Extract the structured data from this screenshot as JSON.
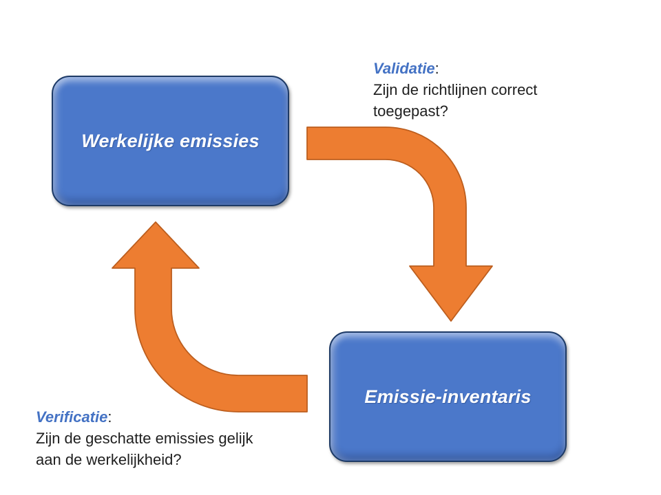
{
  "colors": {
    "background": "#ffffff",
    "node_fill": "#4b78ca",
    "node_border": "#1d3a66",
    "node_text": "#ffffff",
    "arrow_fill": "#ed7d31",
    "arrow_border": "#bc5e1e",
    "accent_text": "#4472c4",
    "body_text": "#1f1f1f"
  },
  "nodes": [
    {
      "label": "Werkelijke emissies"
    },
    {
      "label": "Emissie-inventaris"
    }
  ],
  "annotations": [
    {
      "term": "Validatie",
      "separator": ":",
      "lines": [
        "Zijn de richtlijnen correct",
        "toegepast?"
      ]
    },
    {
      "term": "Verificatie",
      "separator": ":",
      "lines": [
        "Zijn de geschatte emissies gelijk",
        "aan de werkelijkheid?"
      ]
    }
  ],
  "arrows": [
    {
      "name": "curved-arrow-down",
      "from": "Werkelijke emissies",
      "to": "Emissie-inventaris"
    },
    {
      "name": "curved-arrow-up",
      "from": "Emissie-inventaris",
      "to": "Werkelijke emissies"
    }
  ]
}
